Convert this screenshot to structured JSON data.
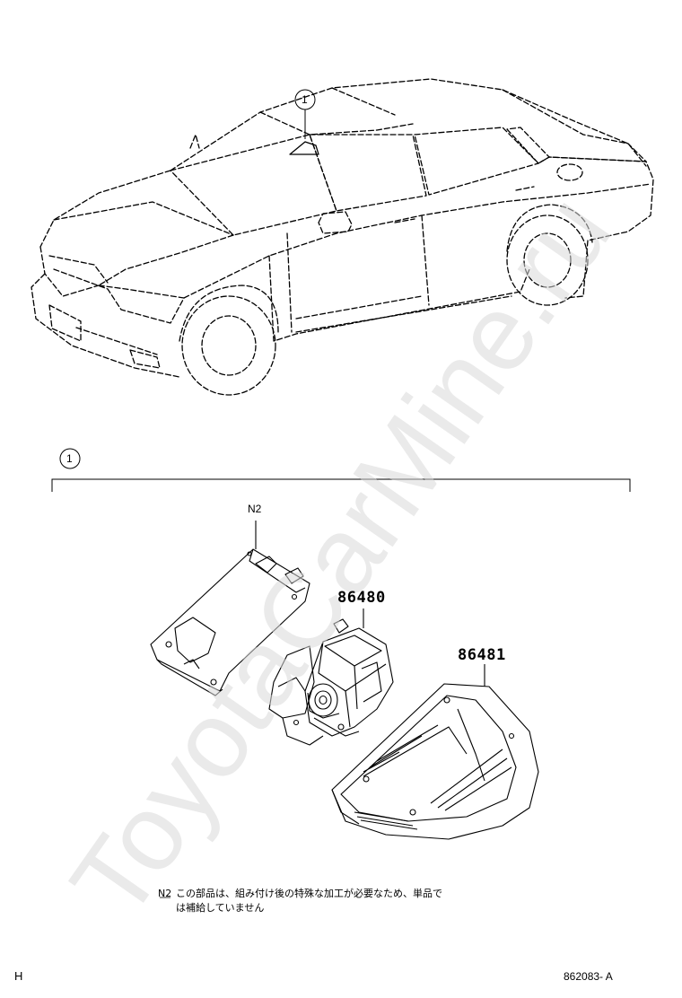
{
  "callouts": {
    "car_callout": "1",
    "group_callout": "1"
  },
  "parts": {
    "bracket_label": "N2",
    "camera_part_number": "86480",
    "cover_part_number": "86481"
  },
  "note": {
    "marker": "N2",
    "line1": "この部品は、組み付け後の特殊な加工が必要なため、単品で",
    "line2": "は補給していません"
  },
  "footer": {
    "left_code": "H",
    "diagram_id": "862083- A"
  },
  "watermark": "ToyotaCarMine.ru"
}
